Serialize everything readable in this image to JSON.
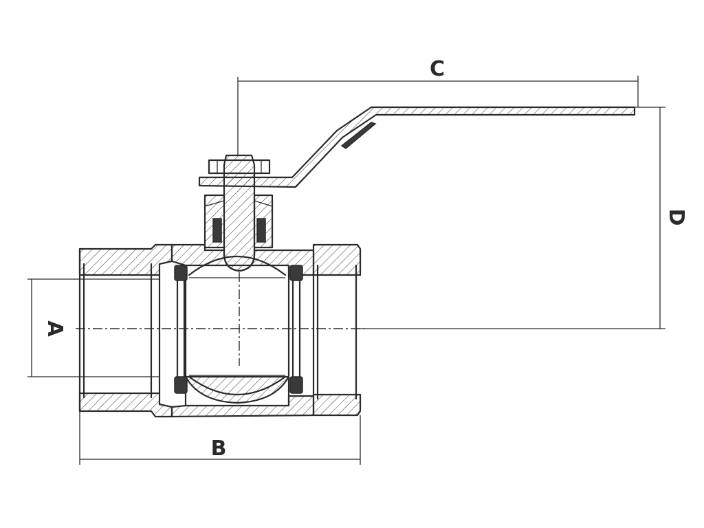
{
  "diagram": {
    "dimensions": [
      {
        "id": "A",
        "label": "A"
      },
      {
        "id": "B",
        "label": "B"
      },
      {
        "id": "C",
        "label": "C"
      },
      {
        "id": "D",
        "label": "D"
      }
    ],
    "colors": {
      "line": "#2a2a2a",
      "seal": "#3a3a3a",
      "background": "#ffffff"
    }
  }
}
